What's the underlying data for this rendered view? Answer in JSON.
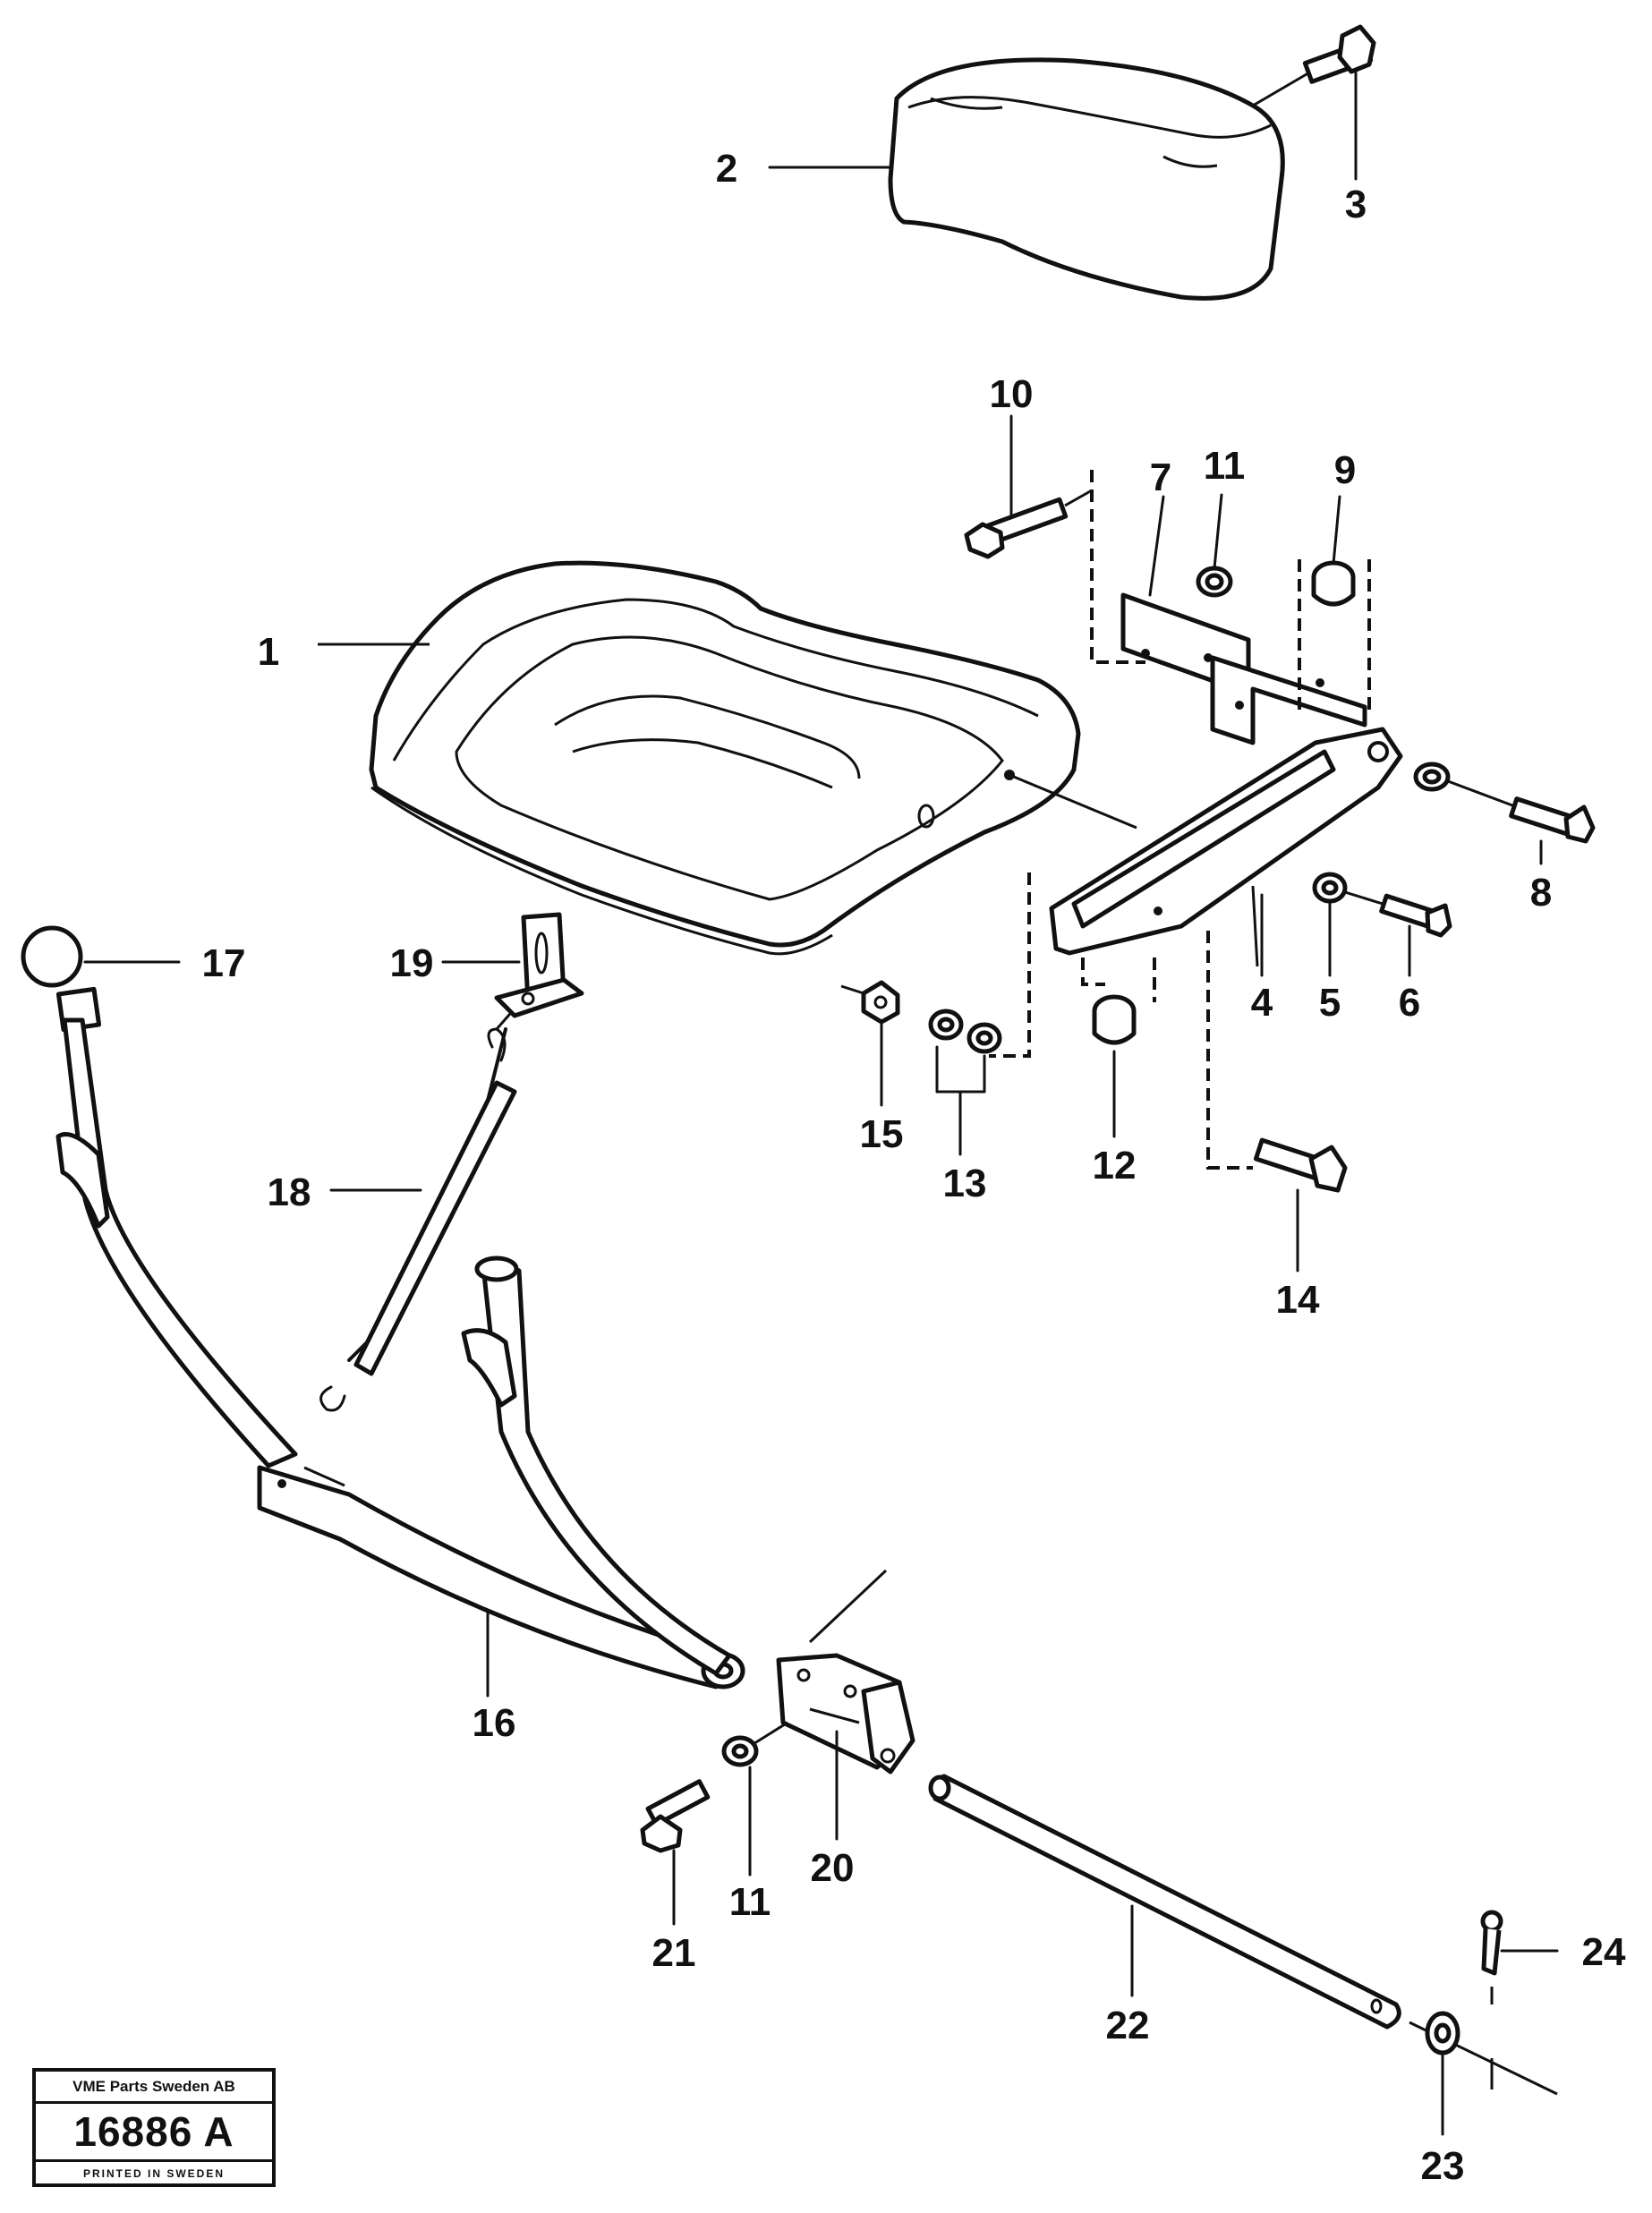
{
  "callouts": [
    {
      "id": "c1",
      "text": "1"
    },
    {
      "id": "c2",
      "text": "2"
    },
    {
      "id": "c3",
      "text": "3"
    },
    {
      "id": "c4",
      "text": "4"
    },
    {
      "id": "c5",
      "text": "5"
    },
    {
      "id": "c6",
      "text": "6"
    },
    {
      "id": "c7",
      "text": "7"
    },
    {
      "id": "c8",
      "text": "8"
    },
    {
      "id": "c9",
      "text": "9"
    },
    {
      "id": "c10",
      "text": "10"
    },
    {
      "id": "c11a",
      "text": "11"
    },
    {
      "id": "c11b",
      "text": "11"
    },
    {
      "id": "c12",
      "text": "12"
    },
    {
      "id": "c13",
      "text": "13"
    },
    {
      "id": "c14",
      "text": "14"
    },
    {
      "id": "c15",
      "text": "15"
    },
    {
      "id": "c16",
      "text": "16"
    },
    {
      "id": "c17",
      "text": "17"
    },
    {
      "id": "c18",
      "text": "18"
    },
    {
      "id": "c19",
      "text": "19"
    },
    {
      "id": "c20",
      "text": "20"
    },
    {
      "id": "c21",
      "text": "21"
    },
    {
      "id": "c22",
      "text": "22"
    },
    {
      "id": "c23",
      "text": "23"
    },
    {
      "id": "c24",
      "text": "24"
    }
  ],
  "stamp": {
    "company": "VME Parts Sweden AB",
    "doc_number": "16886 A",
    "printed": "PRINTED IN SWEDEN"
  }
}
